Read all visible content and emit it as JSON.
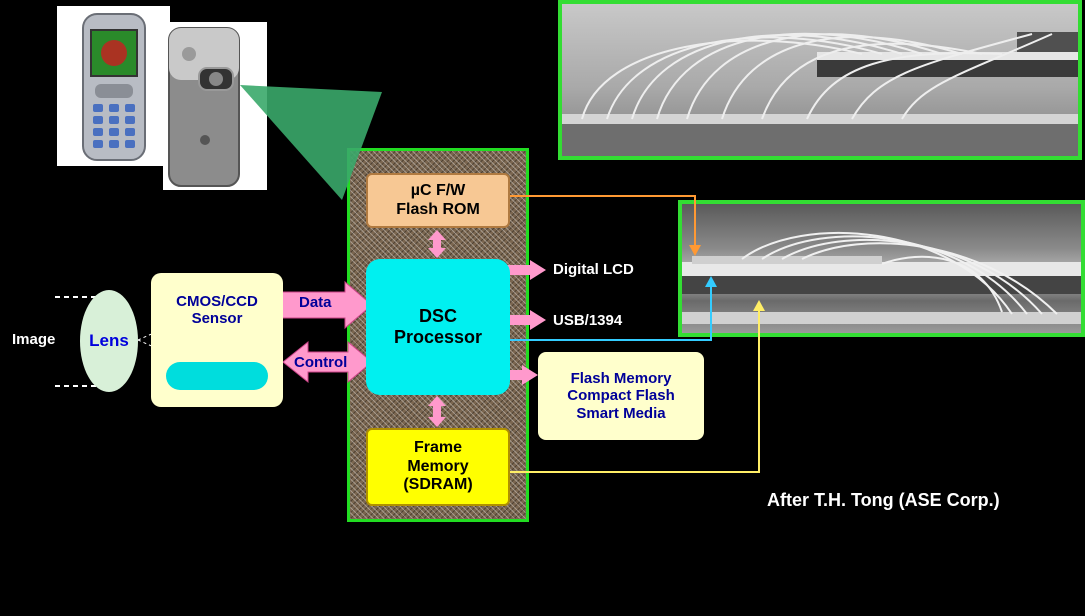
{
  "diagram": {
    "credit": "After T.H. Tong (ASE Corp.)",
    "input": {
      "image_label": "Image",
      "lens_label": "Lens"
    },
    "sensor": {
      "line1": "CMOS/CCD",
      "line2": "Sensor"
    },
    "arrows": {
      "data_label": "Data",
      "control_label": "Control"
    },
    "module": {
      "rom": {
        "line1": "µC F/W",
        "line2": "Flash ROM"
      },
      "processor": {
        "line1": "DSC",
        "line2": "Processor"
      },
      "frame_memory": {
        "line1": "Frame",
        "line2": "Memory",
        "line3": "(SDRAM)"
      }
    },
    "outputs": {
      "digital_lcd": "Digital LCD",
      "usb": "USB/1394",
      "flash": {
        "line1": "Flash Memory",
        "line2": "Compact Flash",
        "line3": "Smart Media"
      }
    }
  },
  "colors": {
    "background": "#000000",
    "module_border": "#22dd22",
    "processor": "#00f0f0",
    "rom": "#f7c894",
    "frame_memory": "#ffff00",
    "connector_orange": "#ff9933",
    "connector_cyan": "#33ccff",
    "connector_yellow": "#ffee66",
    "arrow_pink": "#ff99cc"
  }
}
